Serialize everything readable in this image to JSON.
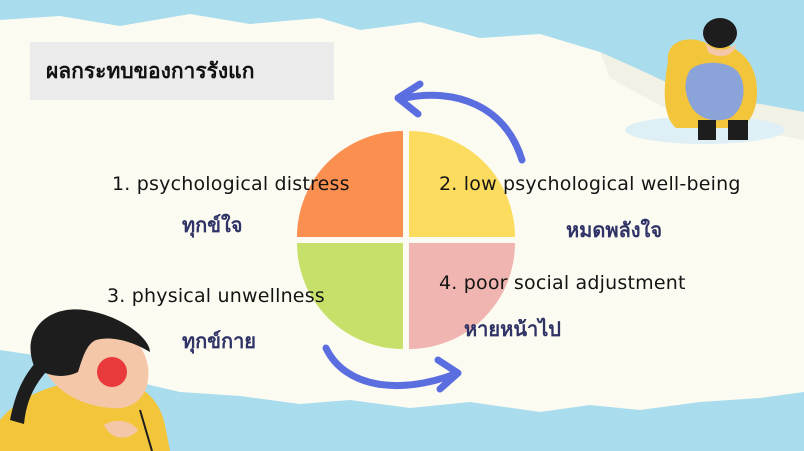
{
  "title": "ผลกระทบของการรังแก",
  "colors": {
    "sky": "#a9dced",
    "paper": "#fcfbf2",
    "quadrant_1": "#fa8f4f",
    "quadrant_2": "#fcdc5f",
    "quadrant_3": "#c7e06a",
    "quadrant_4": "#f0b5b0",
    "arrow": "#5a6ee0",
    "thai_text": "#2f3366"
  },
  "effects": [
    {
      "en": "1. psychological distress",
      "th": "ทุกข์ใจ"
    },
    {
      "en": "2. low psychological well-being",
      "th": "หมดพลังใจ"
    },
    {
      "en": "3. physical unwellness",
      "th": "ทุกข์กาย"
    },
    {
      "en": "4. poor social adjustment",
      "th": "หายหน้าไป"
    }
  ]
}
